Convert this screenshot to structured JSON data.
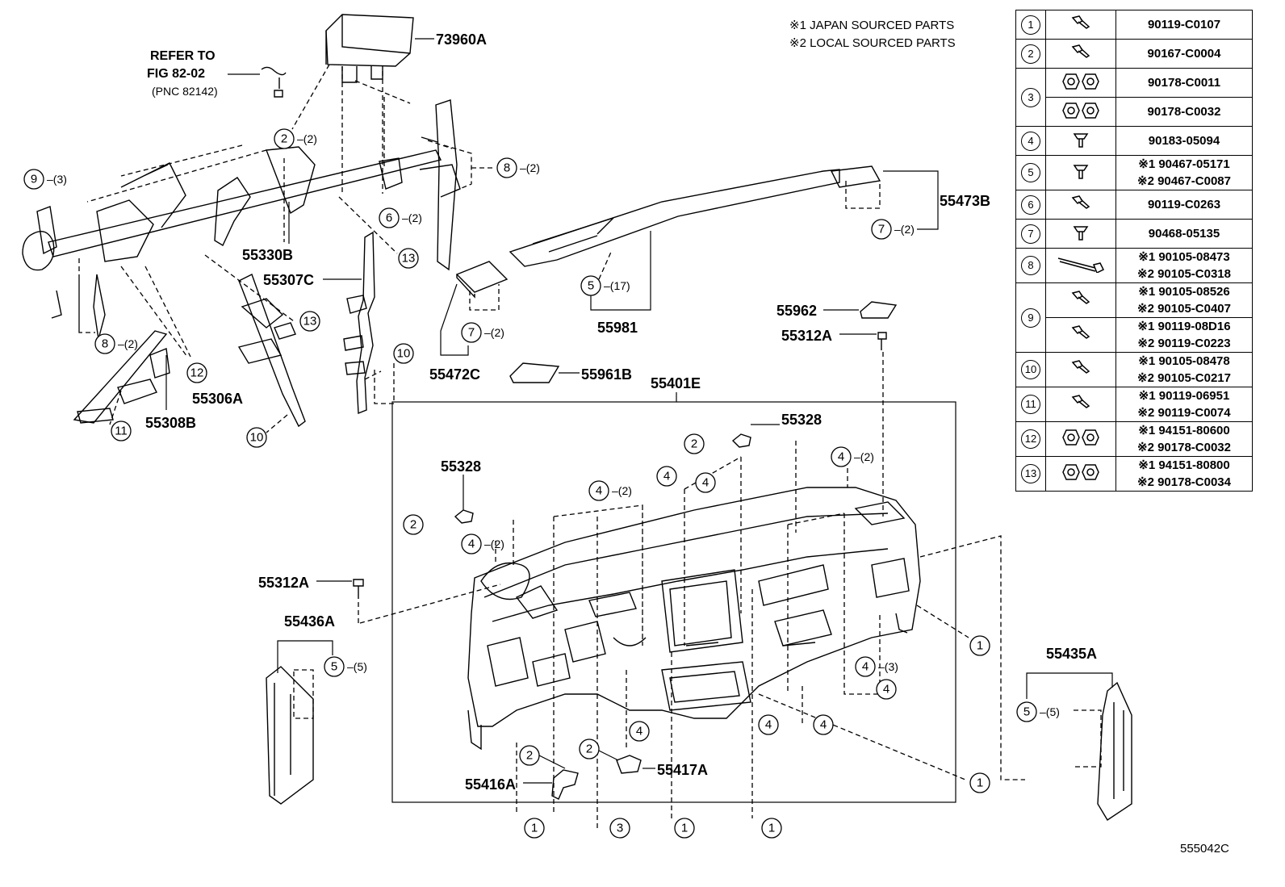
{
  "notes": [
    "※1 JAPAN SOURCED PARTS",
    "※2 LOCAL SOURCED PARTS"
  ],
  "refer": {
    "line1": "REFER TO",
    "line2": "FIG 82-02",
    "line3": "(PNC 82142)"
  },
  "figure_code": "555042C",
  "labels": {
    "p73960A": "73960A",
    "p55330B": "55330B",
    "p55307C": "55307C",
    "p55306A": "55306A",
    "p55308B": "55308B",
    "p55473B": "55473B",
    "p55981": "55981",
    "p55472C": "55472C",
    "p55961B": "55961B",
    "p55962": "55962",
    "p55312A_top": "55312A",
    "p55401E": "55401E",
    "p55328_right": "55328",
    "p55328_left": "55328",
    "p55312A_left": "55312A",
    "p55436A": "55436A",
    "p55435A": "55435A",
    "p55416A": "55416A",
    "p55417A": "55417A"
  },
  "callouts": {
    "c_2_top": {
      "num": "2",
      "qty": "(2)"
    },
    "c_9": {
      "num": "9",
      "qty": "(3)"
    },
    "c_8_right": {
      "num": "8",
      "qty": "(2)"
    },
    "c_6": {
      "num": "6",
      "qty": "(2)"
    },
    "c_13_top": {
      "num": "13",
      "qty": ""
    },
    "c_13_mid": {
      "num": "13",
      "qty": ""
    },
    "c_8_left": {
      "num": "8",
      "qty": "(2)"
    },
    "c_12": {
      "num": "12",
      "qty": ""
    },
    "c_11": {
      "num": "11",
      "qty": ""
    },
    "c_10_right": {
      "num": "10",
      "qty": ""
    },
    "c_10_left": {
      "num": "10",
      "qty": ""
    },
    "c_7_right": {
      "num": "7",
      "qty": "(2)"
    },
    "c_5_top": {
      "num": "5",
      "qty": "(17)"
    },
    "c_7_left": {
      "num": "7",
      "qty": "(2)"
    },
    "c_2_a": {
      "num": "2",
      "qty": ""
    },
    "c_2_b": {
      "num": "2",
      "qty": ""
    },
    "c_4_a": {
      "num": "4",
      "qty": "(2)"
    },
    "c_4_b": {
      "num": "4",
      "qty": ""
    },
    "c_4_c": {
      "num": "4",
      "qty": ""
    },
    "c_4_d": {
      "num": "4",
      "qty": "(2)"
    },
    "c_4_e": {
      "num": "4",
      "qty": "(2)"
    },
    "c_4_f": {
      "num": "4",
      "qty": "(3)"
    },
    "c_4_g": {
      "num": "4",
      "qty": ""
    },
    "c_4_h": {
      "num": "4",
      "qty": ""
    },
    "c_4_i": {
      "num": "4",
      "qty": ""
    },
    "c_4_j": {
      "num": "4",
      "qty": ""
    },
    "c_5_left": {
      "num": "5",
      "qty": "(5)"
    },
    "c_5_right": {
      "num": "5",
      "qty": "(5)"
    },
    "c_1_r1": {
      "num": "1",
      "qty": ""
    },
    "c_1_r2": {
      "num": "1",
      "qty": ""
    },
    "c_2_c": {
      "num": "2",
      "qty": ""
    },
    "c_2_d": {
      "num": "2",
      "qty": ""
    },
    "c_1_b1": {
      "num": "1",
      "qty": ""
    },
    "c_3_b": {
      "num": "3",
      "qty": ""
    },
    "c_1_b2": {
      "num": "1",
      "qty": ""
    },
    "c_1_b3": {
      "num": "1",
      "qty": ""
    }
  },
  "legend": [
    {
      "ref": "1",
      "icon": "bolt-icon",
      "parts": [
        "90119-C0107"
      ]
    },
    {
      "ref": "2",
      "icon": "bolt-icon",
      "parts": [
        "90167-C0004"
      ]
    },
    {
      "ref": "3a",
      "icon": "nut-icon",
      "parts": [
        "90178-C0011"
      ]
    },
    {
      "ref": "3b",
      "icon": "nut-icon",
      "parts": [
        "90178-C0032"
      ]
    },
    {
      "ref": "4",
      "icon": "clip-icon",
      "parts": [
        "90183-05094"
      ]
    },
    {
      "ref": "5",
      "icon": "clip-icon",
      "parts": [
        "※1 90467-05171",
        "※2 90467-C0087"
      ]
    },
    {
      "ref": "6",
      "icon": "bolt-icon",
      "parts": [
        "90119-C0263"
      ]
    },
    {
      "ref": "7",
      "icon": "clip-icon",
      "parts": [
        "90468-05135"
      ]
    },
    {
      "ref": "8",
      "icon": "long-bolt-icon",
      "parts": [
        "※1 90105-08473",
        "※2 90105-C0318"
      ]
    },
    {
      "ref": "9a",
      "icon": "bolt-icon",
      "parts": [
        "※1 90105-08526",
        "※2 90105-C0407"
      ]
    },
    {
      "ref": "9b",
      "icon": "bolt-icon",
      "parts": [
        "※1 90119-08D16",
        "※2 90119-C0223"
      ]
    },
    {
      "ref": "10",
      "icon": "bolt-icon",
      "parts": [
        "※1 90105-08478",
        "※2 90105-C0217"
      ]
    },
    {
      "ref": "11",
      "icon": "bolt-icon",
      "parts": [
        "※1 90119-06951",
        "※2 90119-C0074"
      ]
    },
    {
      "ref": "12",
      "icon": "nut-icon",
      "parts": [
        "※1 94151-80600",
        "※2 90178-C0032"
      ]
    },
    {
      "ref": "13",
      "icon": "nut-icon",
      "parts": [
        "※1 94151-80800",
        "※2 90178-C0034"
      ]
    }
  ],
  "legend_refs": {
    "r1": "1",
    "r2": "2",
    "r3": "3",
    "r4": "4",
    "r5": "5",
    "r6": "6",
    "r7": "7",
    "r8": "8",
    "r9": "9",
    "r10": "10",
    "r11": "11",
    "r12": "12",
    "r13": "13"
  }
}
